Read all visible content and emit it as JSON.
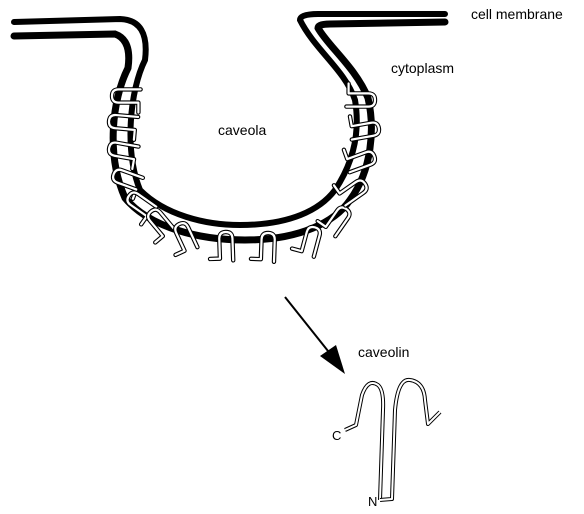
{
  "labels": {
    "cell_membrane": "cell membrane",
    "cytoplasm": "cytoplasm",
    "caveola": "caveola",
    "caveolin": "caveolin",
    "c_terminus": "C",
    "n_terminus": "N"
  },
  "colors": {
    "ink": "#000000",
    "paper": "#ffffff"
  }
}
